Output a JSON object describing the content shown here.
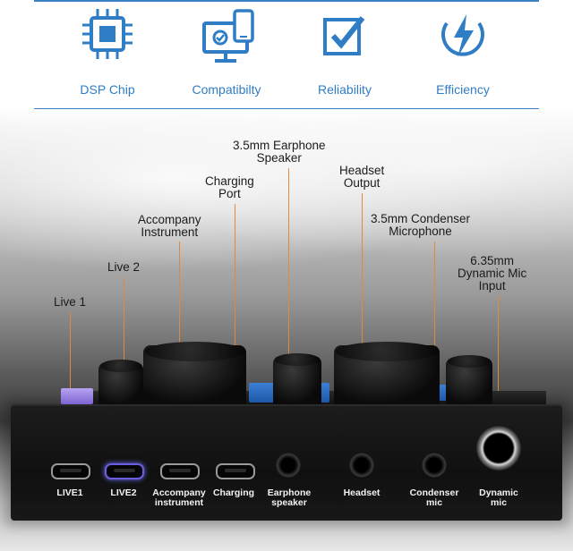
{
  "features": [
    {
      "label": "DSP Chip",
      "icon": "chip-icon"
    },
    {
      "label": "Compatibilty",
      "icon": "monitor-phone-icon"
    },
    {
      "label": "Reliability",
      "icon": "checkbox-icon"
    },
    {
      "label": "Efficiency",
      "icon": "power-bolt-icon"
    }
  ],
  "accent_color": "#2f7dc5",
  "leader_color": "#e08a3c",
  "callouts": {
    "live1": "Live 1",
    "live2": "Live 2",
    "accompany": [
      "Accompany",
      "Instrument"
    ],
    "charging": [
      "Charging",
      "Port"
    ],
    "earphone": [
      "3.5mm Earphone",
      "Speaker"
    ],
    "headset": [
      "Headset",
      "Output"
    ],
    "condenser": [
      "3.5mm Condenser",
      "Microphone"
    ],
    "dynamic": [
      "6.35mm",
      "Dynamic Mic",
      "Input"
    ]
  },
  "ports": {
    "live1": [
      "LIVE1"
    ],
    "live2": [
      "LIVE2"
    ],
    "accompany": [
      "Accompany",
      "instrument"
    ],
    "charging": [
      "Charging"
    ],
    "earphone": [
      "Earphone",
      "speaker"
    ],
    "headset": [
      "Headset"
    ],
    "condenser": [
      "Condenser",
      "mic"
    ],
    "dynamic": [
      "Dynamic",
      "mic"
    ]
  }
}
